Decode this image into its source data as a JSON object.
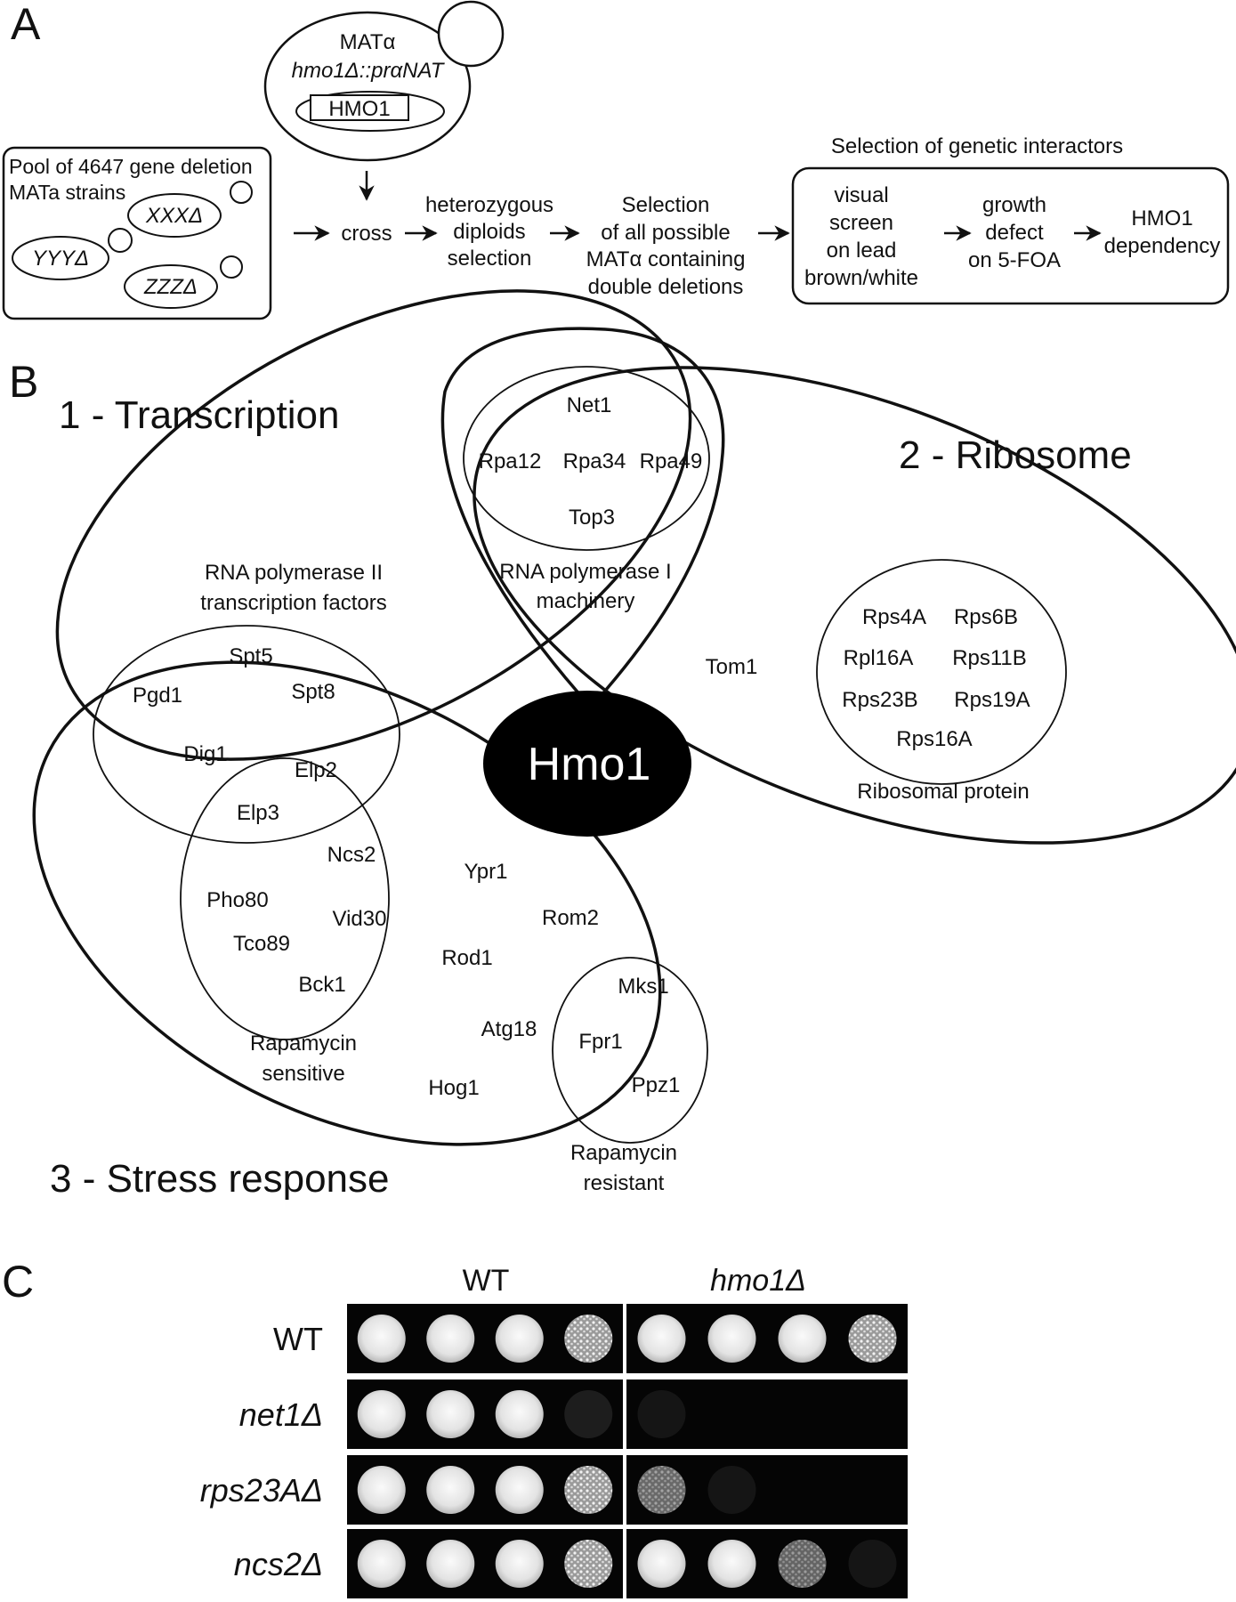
{
  "panels": {
    "a": {
      "letter": "A",
      "library_box": {
        "title_lines": [
          "Pool of 4647 gene deletion",
          "MATa strains"
        ],
        "strains": [
          "XXXΔ",
          "YYYΔ",
          "ZZZΔ"
        ]
      },
      "query_strain": {
        "mating_type": "MATα",
        "genotype": "hmo1Δ::prαNAT",
        "plasmid": "HMO1"
      },
      "steps": [
        {
          "lines": [
            "cross"
          ]
        },
        {
          "lines": [
            "heterozygous",
            "diploids",
            "selection"
          ]
        },
        {
          "lines": [
            "Selection",
            "of all possible",
            "MATα containing",
            "double deletions"
          ]
        }
      ],
      "interactor_box": {
        "title": "Selection of genetic interactors",
        "steps": [
          {
            "lines": [
              "visual",
              "screen",
              "on lead",
              "brown/white"
            ]
          },
          {
            "lines": [
              "growth",
              "defect",
              "on 5-FOA"
            ]
          },
          {
            "lines": [
              "HMO1",
              "dependency"
            ]
          }
        ]
      }
    },
    "b": {
      "letter": "B",
      "hub": "Hmo1",
      "groups": {
        "transcription": "1 - Transcription",
        "ribosome": "2 - Ribosome",
        "stress": "3 - Stress response"
      },
      "clusters": {
        "pol1": {
          "label_lines": [
            "RNA polymerase I",
            "machinery"
          ],
          "genes": [
            "Net1",
            "Rpa12",
            "Rpa34",
            "Rpa49",
            "Top3"
          ]
        },
        "pol2": {
          "label_lines": [
            "RNA polymerase II",
            "transcription factors"
          ],
          "genes": [
            "Spt5",
            "Pgd1",
            "Spt8"
          ]
        },
        "shared": {
          "genes": [
            "Dig1",
            "Elp2",
            "Elp3"
          ]
        },
        "ribosomal": {
          "label": "Ribosomal protein",
          "genes": [
            "Rps4A",
            "Rps6B",
            "Rpl16A",
            "Rps11B",
            "Rps23B",
            "Rps19A",
            "Rps16A"
          ]
        },
        "rapa_sensitive": {
          "label_lines": [
            "Rapamycin",
            "sensitive"
          ],
          "genes": [
            "Ncs2",
            "Pho80",
            "Vid30",
            "Tco89",
            "Bck1"
          ]
        },
        "rapa_resistant": {
          "label_lines": [
            "Rapamycin",
            "resistant"
          ],
          "genes": [
            "Mks1",
            "Fpr1",
            "Ppz1"
          ]
        }
      },
      "loose_genes": [
        "Tom1",
        "Ypr1",
        "Rom2",
        "Rod1",
        "Atg18",
        "Hog1"
      ]
    },
    "c": {
      "letter": "C",
      "columns": [
        "WT",
        "hmo1Δ"
      ],
      "rows": [
        {
          "label": "WT",
          "growth_wt": [
            1,
            1,
            1,
            1
          ],
          "growth_hmo1": [
            1,
            1,
            1,
            1
          ]
        },
        {
          "label": "net1Δ",
          "growth_wt": [
            1,
            1,
            1,
            0.2
          ],
          "growth_hmo1": [
            0.1,
            0,
            0,
            0
          ]
        },
        {
          "label": "rps23AΔ",
          "growth_wt": [
            1,
            1,
            1,
            1
          ],
          "growth_hmo1": [
            0.45,
            0.05,
            0,
            0
          ]
        },
        {
          "label": "ncs2Δ",
          "growth_wt": [
            1,
            1,
            1,
            1
          ],
          "growth_hmo1": [
            1,
            0.95,
            0.4,
            0.05
          ]
        }
      ]
    }
  }
}
